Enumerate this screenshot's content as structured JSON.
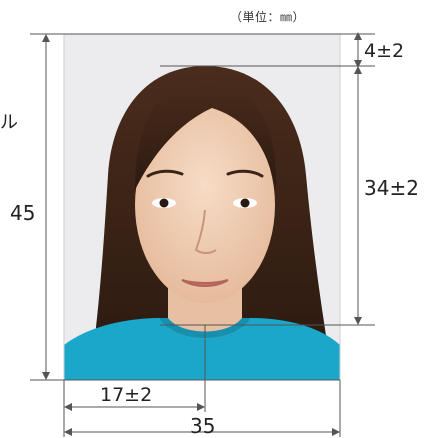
{
  "units_label": "（単位：㎜）",
  "stray_glyph": "ル",
  "dimensions": {
    "height": "45",
    "width": "35",
    "top_margin": "4±2",
    "face_height": "34±2",
    "half_width": "17±2"
  },
  "colors": {
    "background": "#ececef",
    "hair": "#3a2418",
    "skin": "#f0cdb3",
    "shirt": "#1aa7c9",
    "guide_line": "#555555"
  },
  "icons": [
    "portrait-photo-icon"
  ]
}
